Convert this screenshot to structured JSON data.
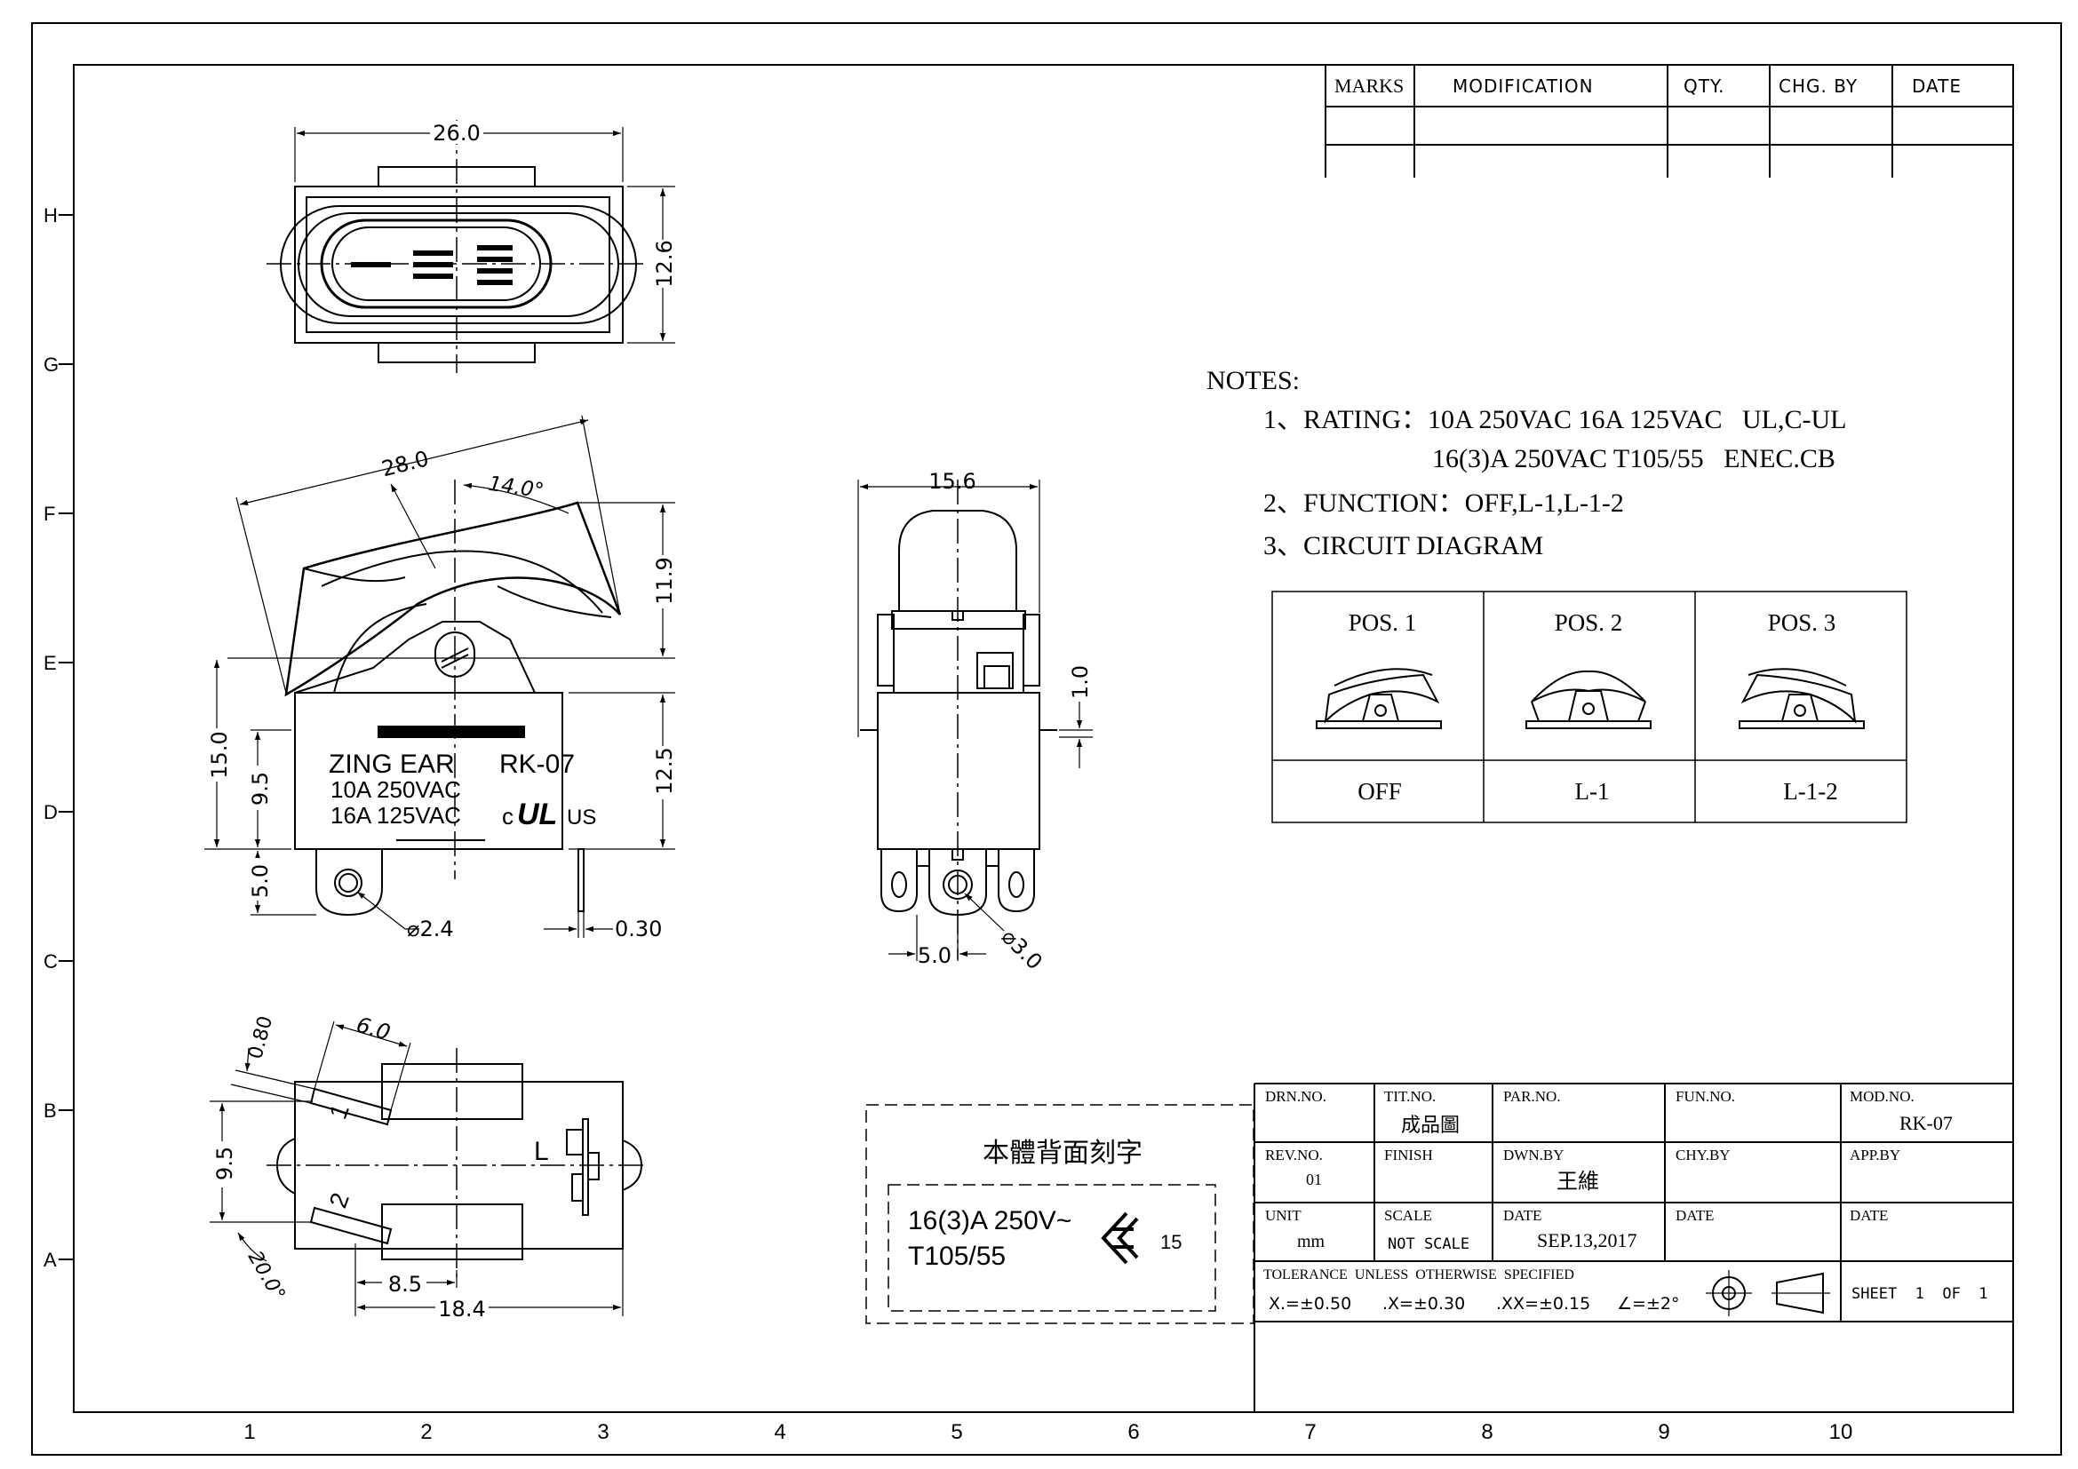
{
  "revision_table": {
    "headers": [
      "MARKS",
      "MODIFICATION",
      "QTY.",
      "CHG. BY",
      "DATE"
    ]
  },
  "grid": {
    "rows": [
      "H",
      "G",
      "F",
      "E",
      "D",
      "C",
      "B",
      "A"
    ],
    "cols": [
      "1",
      "2",
      "3",
      "4",
      "5",
      "6",
      "7",
      "8",
      "9",
      "10"
    ]
  },
  "top_view": {
    "width": "26.0",
    "height": "12.6"
  },
  "side_view": {
    "length": "28.0",
    "angle": "14.0°",
    "rocker_height": "11.9",
    "total_height": "15.0",
    "mid_height": "9.5",
    "body_height": "12.5",
    "tab_height": "5.0",
    "hole": "⌀2.4",
    "pin_thickness": "0.30",
    "label": {
      "brand": "ZING EAR",
      "model": "RK-07",
      "line1": "10A 250VAC",
      "line2": "16A 125VAC",
      "ul_c": "c",
      "ul_us": "US"
    }
  },
  "front_view": {
    "width": "15.6",
    "offset": "1.0",
    "pitch": "5.0",
    "hole": "⌀3.0"
  },
  "bottom_view": {
    "thickness": "0.80",
    "pin_width": "6.0",
    "spacing": "9.5",
    "angle": "20.0°",
    "dim_a": "8.5",
    "dim_b": "18.4",
    "pin1": "1",
    "pin2": "2",
    "terminal": "L"
  },
  "notes": {
    "title": "NOTES:",
    "item1_line1": "1、RATING：10A 250VAC 16A 125VAC   UL,C-UL",
    "item1_line2": "16(3)A 250VAC T105/55   ENEC.CB",
    "item2": "2、FUNCTION：OFF,L-1,L-1-2",
    "item3": "3、CIRCUIT DIAGRAM"
  },
  "circuit_diagram": {
    "positions": [
      "POS. 1",
      "POS. 2",
      "POS. 3"
    ],
    "states": [
      "OFF",
      "L-1",
      "L-1-2"
    ]
  },
  "back_marking": {
    "title": "本體背面刻字",
    "line1": "16(3)A 250V~",
    "line2": "T105/55",
    "mark_number": "15"
  },
  "title_block": {
    "drn_no_label": "DRN.NO.",
    "drn_no": "",
    "tit_no_label": "TIT.NO.",
    "tit_no": "成品圖",
    "par_no_label": "PAR.NO.",
    "par_no": "",
    "fun_no_label": "FUN.NO.",
    "fun_no": "",
    "mod_no_label": "MOD.NO.",
    "mod_no": "RK-07",
    "rev_no_label": "REV.NO.",
    "rev_no": "01",
    "finish_label": "FINISH",
    "finish": "",
    "dwn_by_label": "DWN.BY",
    "dwn_by": "王維",
    "chy_by_label": "CHY.BY",
    "chy_by": "",
    "app_by_label": "APP.BY",
    "app_by": "",
    "unit_label": "UNIT",
    "unit": "mm",
    "scale_label": "SCALE",
    "scale": "NOT SCALE",
    "date1_label": "DATE",
    "date1": "SEP.13,2017",
    "date2_label": "DATE",
    "date2": "",
    "date3_label": "DATE",
    "date3": "",
    "tolerance_title": "TOLERANCE  UNLESS  OTHERWISE  SPECIFIED",
    "tol_x": "X.=±0.50",
    "tol_xx": ".X=±0.30",
    "tol_xxx": ".XX=±0.15",
    "tol_angle": "∠=±2°",
    "sheet": "SHEET  1  OF  1"
  }
}
